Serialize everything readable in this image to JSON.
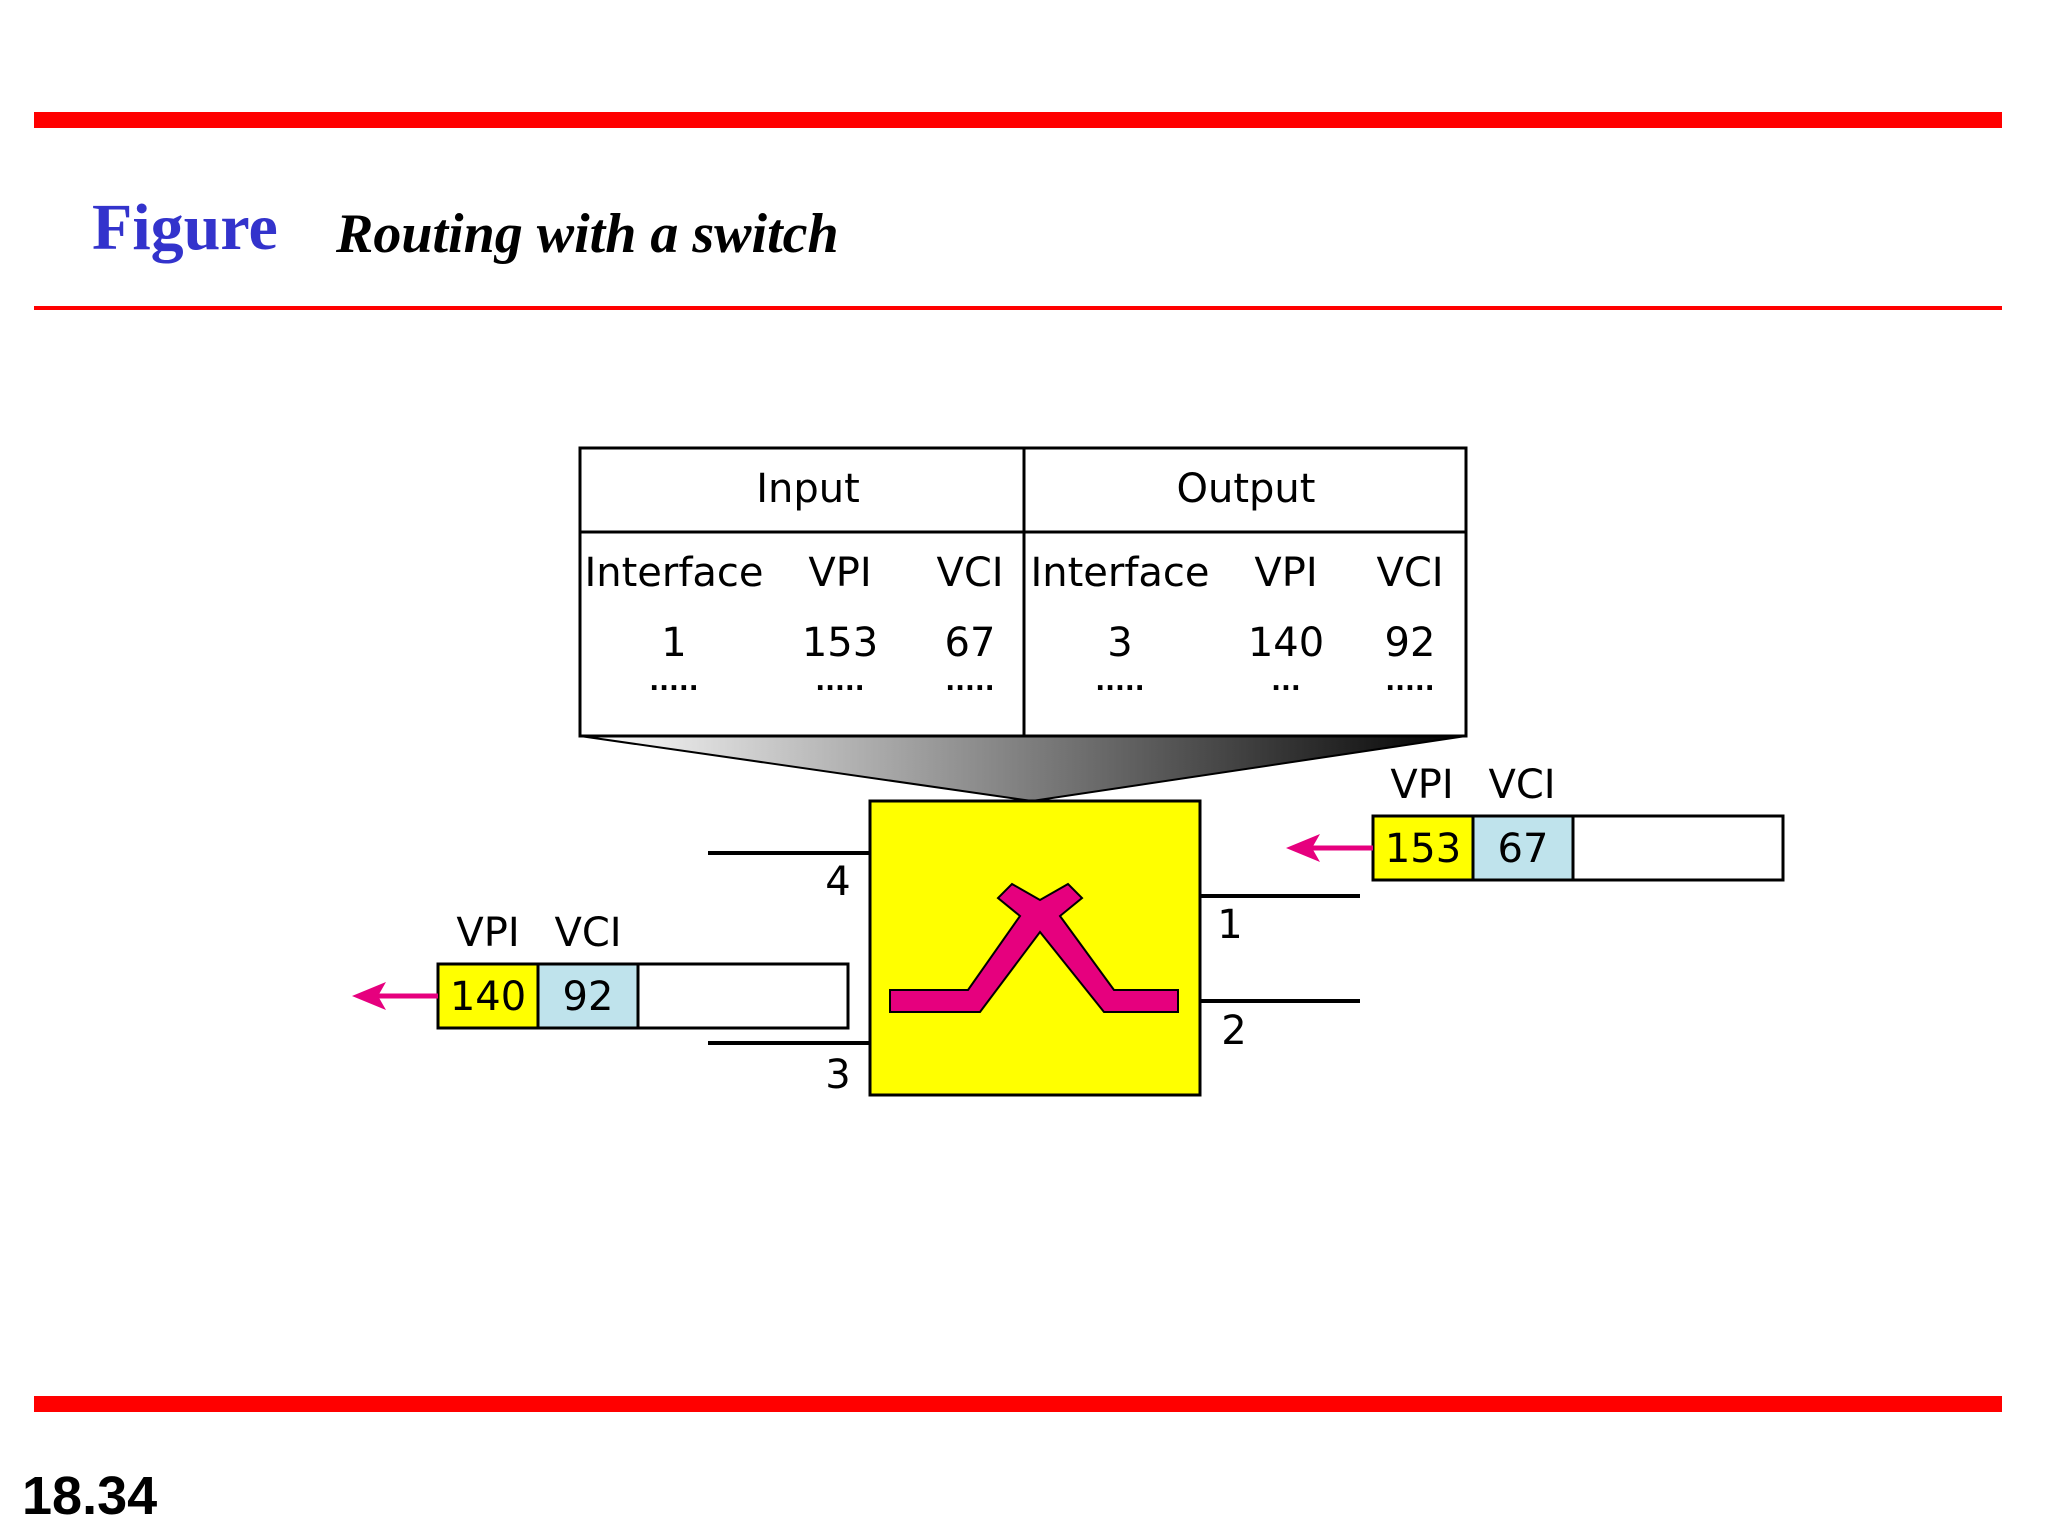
{
  "header": {
    "figure_label": "Figure",
    "caption": "Routing with a switch"
  },
  "table": {
    "input_header": "Input",
    "output_header": "Output",
    "columns": [
      "Interface",
      "VPI",
      "VCI",
      "Interface",
      "VPI",
      "VCI"
    ],
    "row": [
      "1",
      "153",
      "67",
      "3",
      "140",
      "92"
    ],
    "ellipsis": [
      ".....",
      ".....",
      ".....",
      ".....",
      "...",
      "....."
    ]
  },
  "switch": {
    "ports": [
      "1",
      "2",
      "3",
      "4"
    ],
    "fill_color": "#ffff00",
    "path_color": "#e6007e"
  },
  "incoming_cell": {
    "vpi_label": "VPI",
    "vci_label": "VCI",
    "vpi": "153",
    "vci": "67"
  },
  "outgoing_cell": {
    "vpi_label": "VPI",
    "vci_label": "VCI",
    "vpi": "140",
    "vci": "92"
  },
  "colors": {
    "rule": "#ff0000",
    "title": "#3333cc",
    "vpi_field": "#ffff00",
    "vci_field": "#bfe3ec",
    "arrow": "#e6007e"
  },
  "footer": {
    "page_number": "18.34"
  }
}
